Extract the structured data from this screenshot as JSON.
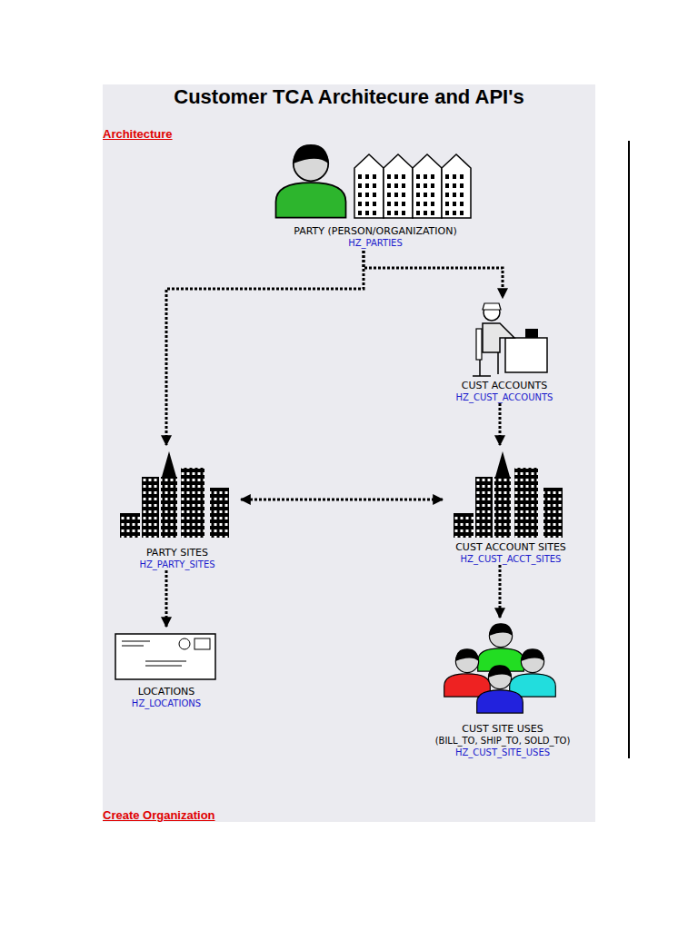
{
  "diagram": {
    "title": "Customer TCA Architecure and API's",
    "nodes": [
      {
        "text": [
          "PARTY (PERSON/ORGANIZATION)",
          "HZ_PARTIES"
        ]
      },
      {
        "text": [
          "CUST ACCOUNTS",
          "HZ_CUST_ACCOUNTS"
        ]
      },
      {
        "text": [
          "PARTY SITES",
          "HZ_PARTY_SITES"
        ]
      },
      {
        "text": [
          "CUST ACCOUNT SITES",
          "HZ_CUST_ACCT_SITES"
        ]
      },
      {
        "text": [
          "LOCATIONS",
          "HZ_LOCATIONS"
        ]
      },
      {
        "text": [
          "CUST SITE USES",
          "(BILL_TO, SHIP_TO, SOLD_TO)",
          "HZ_CUST_SITE_USES"
        ]
      }
    ],
    "edges": [
      {
        "from": 0,
        "to": 1,
        "arrow": "to"
      },
      {
        "from": 0,
        "to": 2,
        "arrow": "to"
      },
      {
        "from": 1,
        "to": 3,
        "arrow": "to"
      },
      {
        "from": 2,
        "to": 3,
        "arrow": "both"
      },
      {
        "from": 2,
        "to": 4,
        "arrow": "to"
      },
      {
        "from": 3,
        "to": 5,
        "arrow": "to"
      }
    ],
    "labels": [
      "Architecture",
      "Create Organization"
    ]
  }
}
